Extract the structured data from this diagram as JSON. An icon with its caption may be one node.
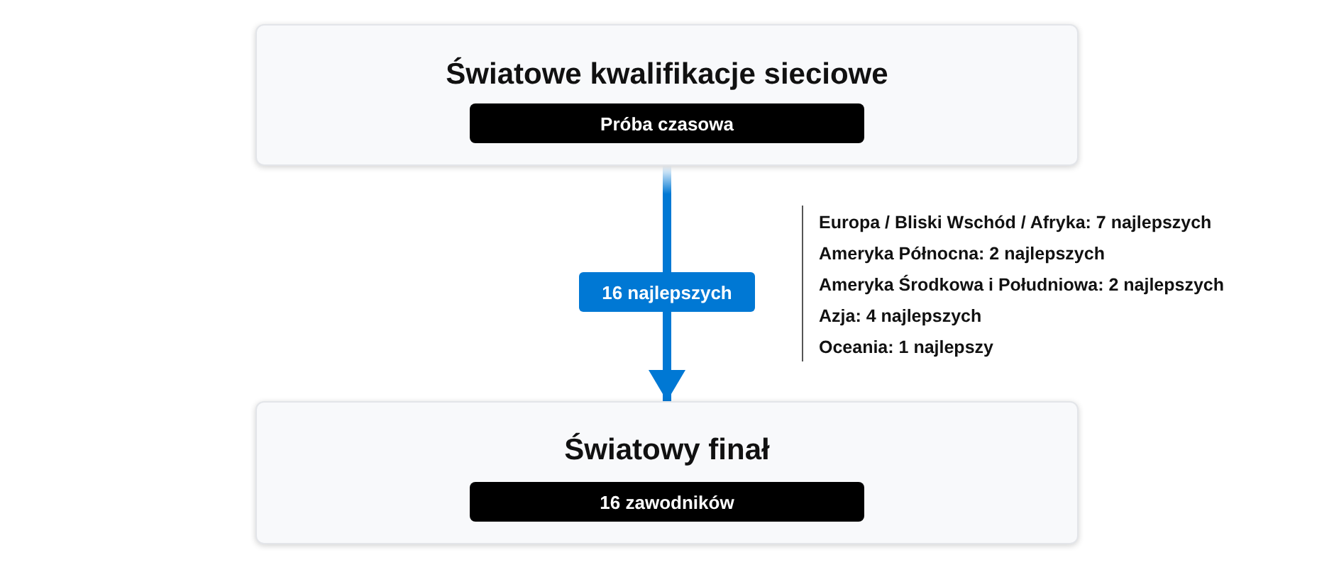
{
  "diagram": {
    "nodes": [
      {
        "text": [
          "Światowe kwalifikacje sieciowe"
        ]
      },
      {
        "text": [
          "Próba czasowa"
        ],
        "in": 0
      },
      {
        "text": [
          "Światowy finał"
        ]
      },
      {
        "text": [
          "16 zawodników"
        ],
        "in": 2
      }
    ],
    "edges": [
      {
        "from": 0,
        "to": 2,
        "arrow": "to",
        "label": "16 najlepszych"
      }
    ],
    "labels": [
      "Europa / Bliski Wschód / Afryka: 7 najlepszych",
      "Ameryka Północna: 2 najlepszych",
      "Ameryka Środkowa i Południowa: 2 najlepszych",
      "Azja: 4 najlepszych",
      "Oceania: 1 najlepszy"
    ]
  }
}
